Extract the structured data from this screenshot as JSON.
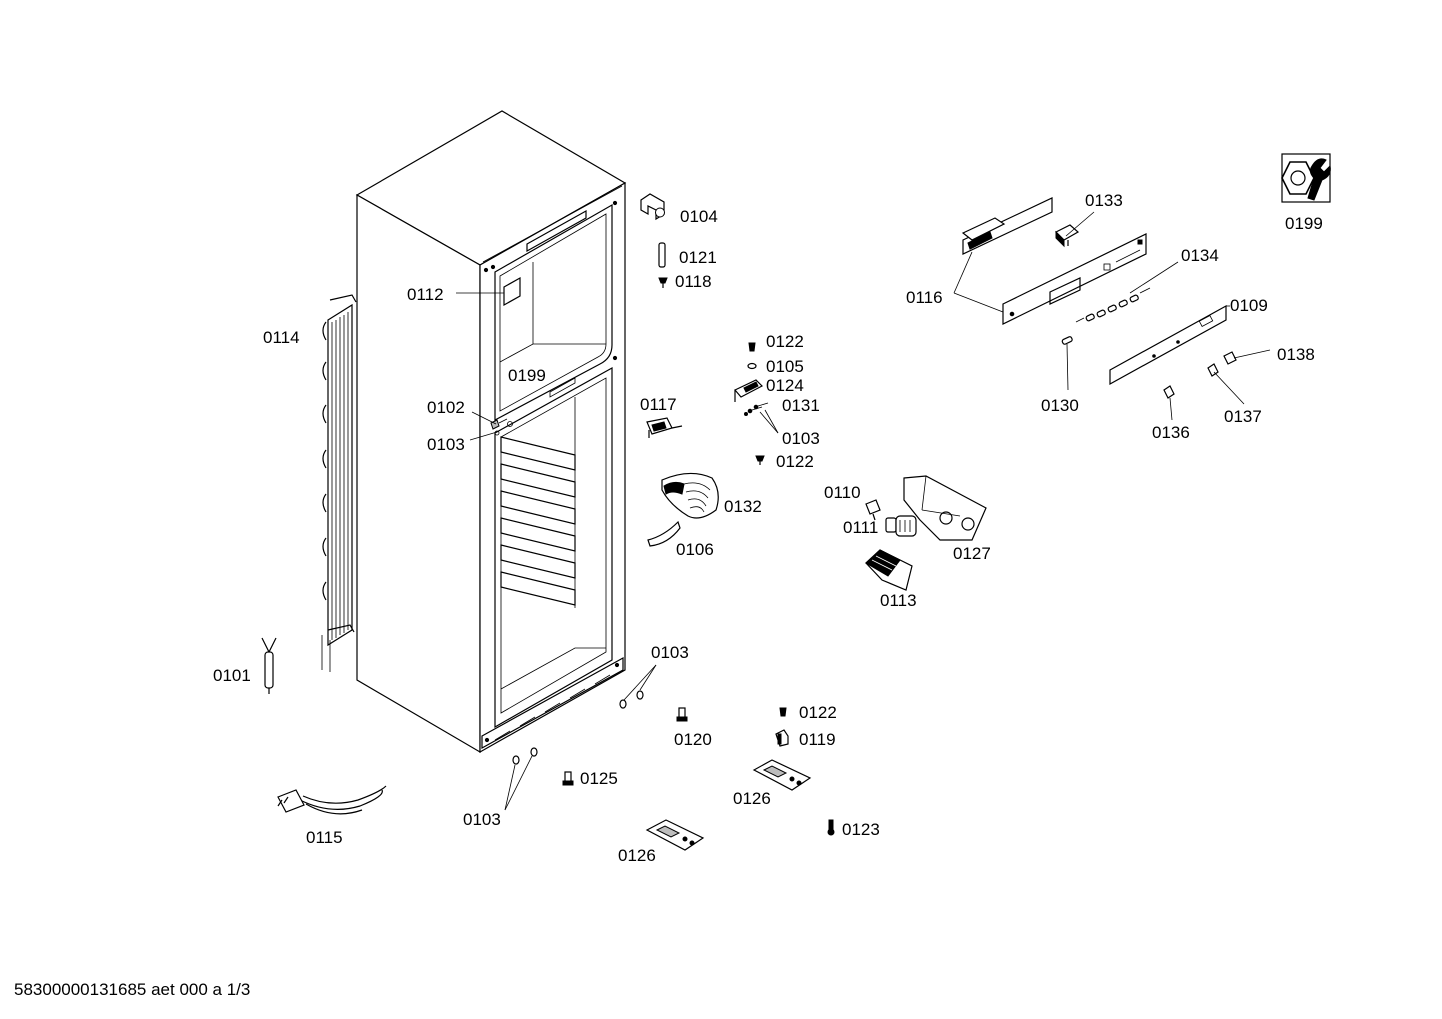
{
  "document_code": "58300000131685 aet 000 a 1/3",
  "callouts": {
    "c0104": "0104",
    "c0121": "0121",
    "c0118": "0118",
    "c0112": "0112",
    "c0114": "0114",
    "c0199a": "0199",
    "c0102": "0102",
    "c0103a": "0103",
    "c0117": "0117",
    "c0122a": "0122",
    "c0105": "0105",
    "c0124": "0124",
    "c0131": "0131",
    "c0103b": "0103",
    "c0122b": "0122",
    "c0132": "0132",
    "c0106": "0106",
    "c0110": "0110",
    "c0111": "0111",
    "c0127": "0127",
    "c0113": "0113",
    "c0101": "0101",
    "c0103c": "0103",
    "c0120": "0120",
    "c0122c": "0122",
    "c0119": "0119",
    "c0125": "0125",
    "c0126a": "0126",
    "c0103d": "0103",
    "c0115": "0115",
    "c0126b": "0126",
    "c0123": "0123",
    "c0133": "0133",
    "c0134": "0134",
    "c0116": "0116",
    "c0109": "0109",
    "c0138": "0138",
    "c0130": "0130",
    "c0137": "0137",
    "c0136": "0136",
    "c0199b": "0199"
  },
  "icons": {
    "tool": "wrench-nut-icon"
  }
}
